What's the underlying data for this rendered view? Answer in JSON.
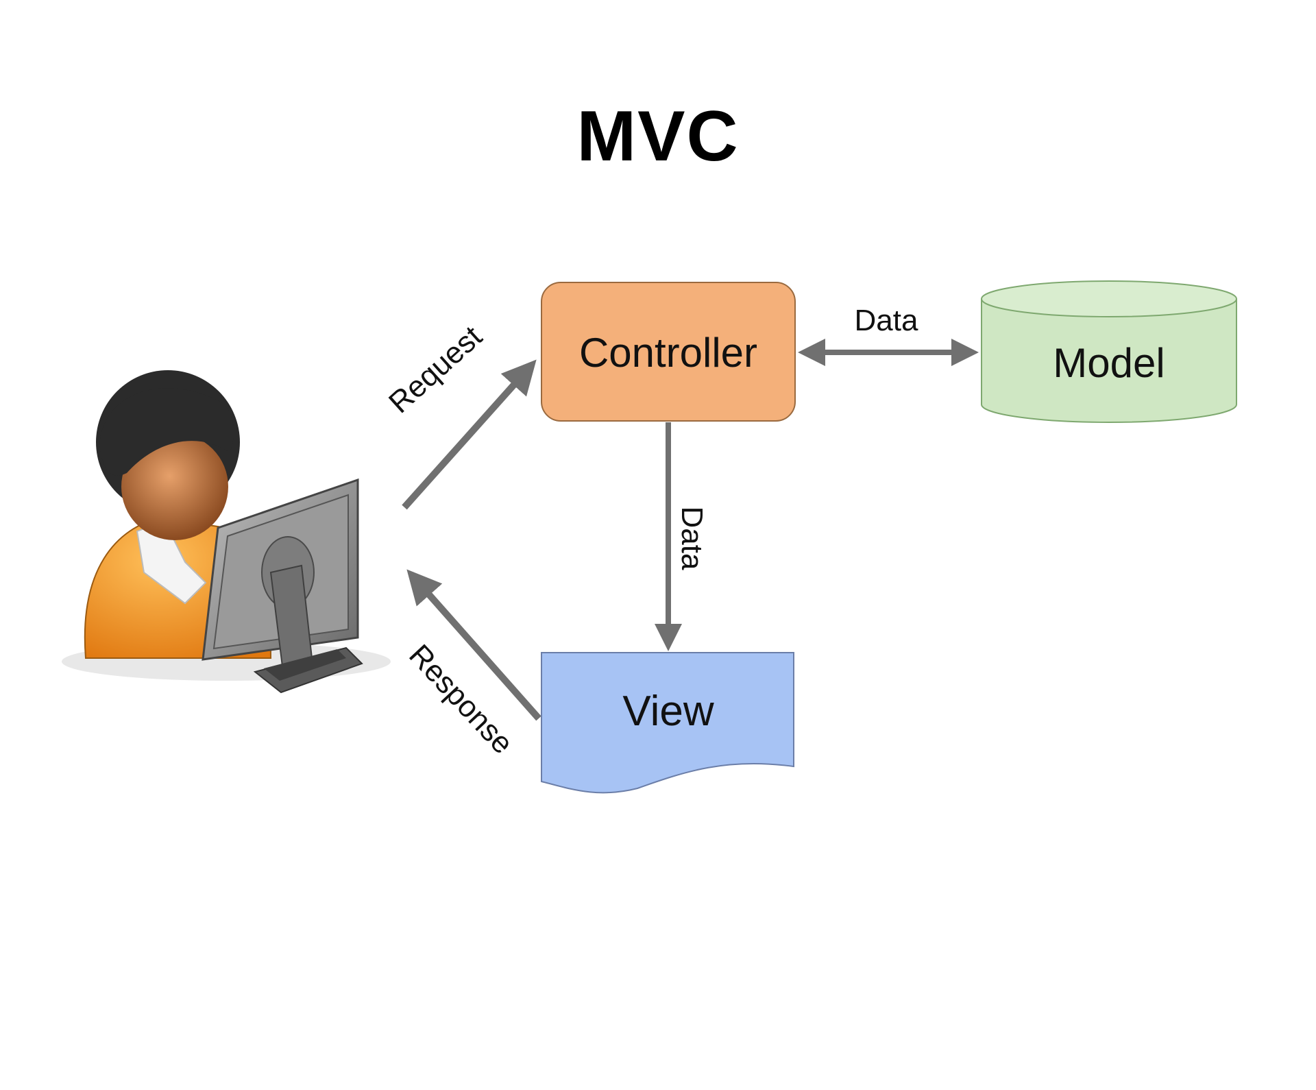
{
  "diagram": {
    "title": "MVC",
    "nodes": {
      "controller": {
        "label": "Controller",
        "fill": "#f4b07a",
        "stroke": "#9a6a3f"
      },
      "model": {
        "label": "Model",
        "fill": "#cfe7c3",
        "stroke": "#7ea86f"
      },
      "view": {
        "label": "View",
        "fill": "#a7c3f4",
        "stroke": "#6b7ea8"
      },
      "user": {
        "icon": "user-at-computer-icon"
      }
    },
    "edges": {
      "request": {
        "label": "Request",
        "from": "user",
        "to": "controller"
      },
      "response": {
        "label": "Response",
        "from": "view",
        "to": "user"
      },
      "controller_model": {
        "label": "Data",
        "from": "controller",
        "to": "model",
        "bidirectional": true
      },
      "controller_view": {
        "label": "Data",
        "from": "controller",
        "to": "view"
      }
    },
    "arrow_color": "#707070"
  }
}
